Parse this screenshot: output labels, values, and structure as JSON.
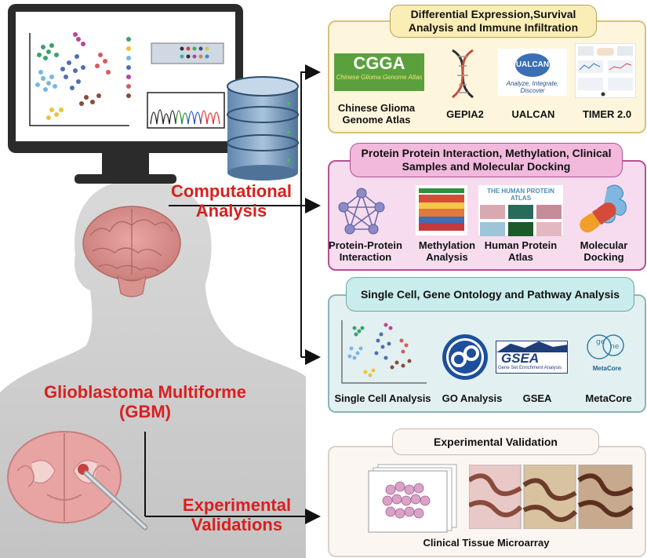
{
  "left": {
    "computational": "Computational Analysis",
    "gbm": "Glioblastoma Multiforme (GBM)",
    "experimental": "Experimental Validations"
  },
  "panels": [
    {
      "title": "Differential Expression,Survival Analysis and Immune Infiltration",
      "tools": [
        {
          "label": "Chinese Glioma Genome Atlas",
          "logo_text": "CGGA",
          "logo_sub": "Chinese Glioma Genome Atlas"
        },
        {
          "label": "GEPIA2"
        },
        {
          "label": "UALCAN",
          "logo_text": "UALCAN",
          "logo_sub": "Analyze, Integrate, Discover"
        },
        {
          "label": "TIMER 2.0"
        }
      ]
    },
    {
      "title": "Protein Protein Interaction, Methylation, Clinical Samples and Molecular Docking",
      "tools": [
        {
          "label": "Protein-Protein Interaction"
        },
        {
          "label": "Methylation Analysis"
        },
        {
          "label": "Human Protein Atlas",
          "logo_text": "THE HUMAN PROTEIN ATLAS"
        },
        {
          "label": "Molecular Docking"
        }
      ]
    },
    {
      "title": "Single Cell, Gene Ontology and Pathway Analysis",
      "tools": [
        {
          "label": "Single Cell Analysis"
        },
        {
          "label": "GO Analysis"
        },
        {
          "label": "GSEA",
          "logo_text": "GSEA",
          "logo_sub": "Gene Set Enrichment Analysis"
        },
        {
          "label": "MetaCore",
          "logo_text": "MetaCore"
        }
      ]
    },
    {
      "title": "Experimental Validation",
      "tools": [
        {
          "label": "Clinical Tissue Microarray"
        }
      ]
    }
  ],
  "colors": {
    "panel1_bg": "#fdf6dc",
    "panel1_border": "#d8c27a",
    "panel1_pill": "#faeeb6",
    "panel2_bg": "#f7dcef",
    "panel2_border": "#b5508f",
    "panel2_pill": "#f2b9dd",
    "panel3_bg": "#e3f0f1",
    "panel3_border": "#8cb4b8",
    "panel3_pill": "#c9ecec",
    "panel4_bg": "#fbf6f2",
    "panel4_border": "#dfd0c6",
    "panel4_pill": "#fbf6f2",
    "accent_red": "#d8201f"
  },
  "icons": [
    "monitor-icon",
    "database-icon",
    "head-silhouette-icon",
    "brain-icon",
    "brain-section-icon",
    "network-icon",
    "dna-icon",
    "go-logo-icon",
    "capsule-icon",
    "tissue-slides-icon"
  ]
}
